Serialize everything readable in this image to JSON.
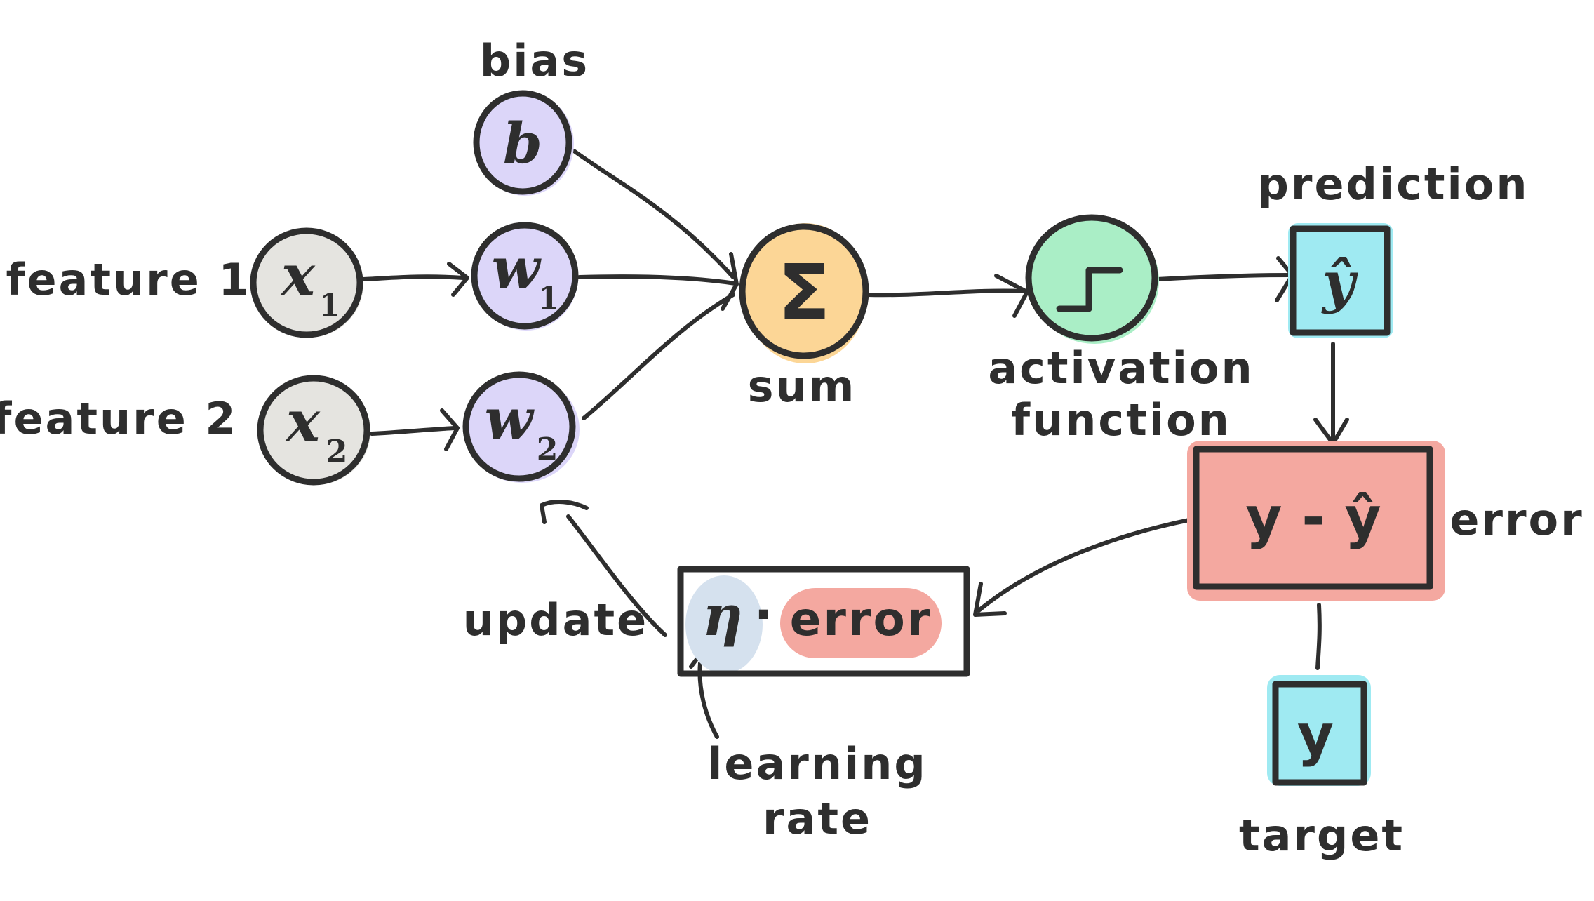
{
  "title": "Perceptron learning diagram",
  "colors": {
    "input": "#e5e4e0",
    "weight": "#dcd6f9",
    "sum": "#fcd696",
    "activation": "#aaeec6",
    "prediction": "#9feaf2",
    "error": "#f4a8a0",
    "learning_rate": "#d5e1ee",
    "ink": "#2e2e2e"
  },
  "labels": {
    "bias": "bias",
    "feature1": "feature 1",
    "feature2": "feature 2",
    "sum": "sum",
    "activation_line1": "activation",
    "activation_line2": "function",
    "prediction": "prediction",
    "error": "error",
    "target": "target",
    "update": "update",
    "learning_rate_line1": "learning",
    "learning_rate_line2": "rate"
  },
  "nodes": {
    "bias": {
      "symbol": "b"
    },
    "x1": {
      "symbol": "x",
      "subscript": "1"
    },
    "x2": {
      "symbol": "x",
      "subscript": "2"
    },
    "w1": {
      "symbol": "w",
      "subscript": "1"
    },
    "w2": {
      "symbol": "w",
      "subscript": "2"
    },
    "sum": {
      "symbol": "Σ"
    },
    "activation": {
      "symbol": "step-function"
    },
    "prediction": {
      "symbol": "ŷ"
    },
    "error_box": {
      "formula": "y - ŷ"
    },
    "target": {
      "symbol": "y"
    },
    "update_box": {
      "eta": "η",
      "dot": "·",
      "error_term": "error"
    }
  }
}
